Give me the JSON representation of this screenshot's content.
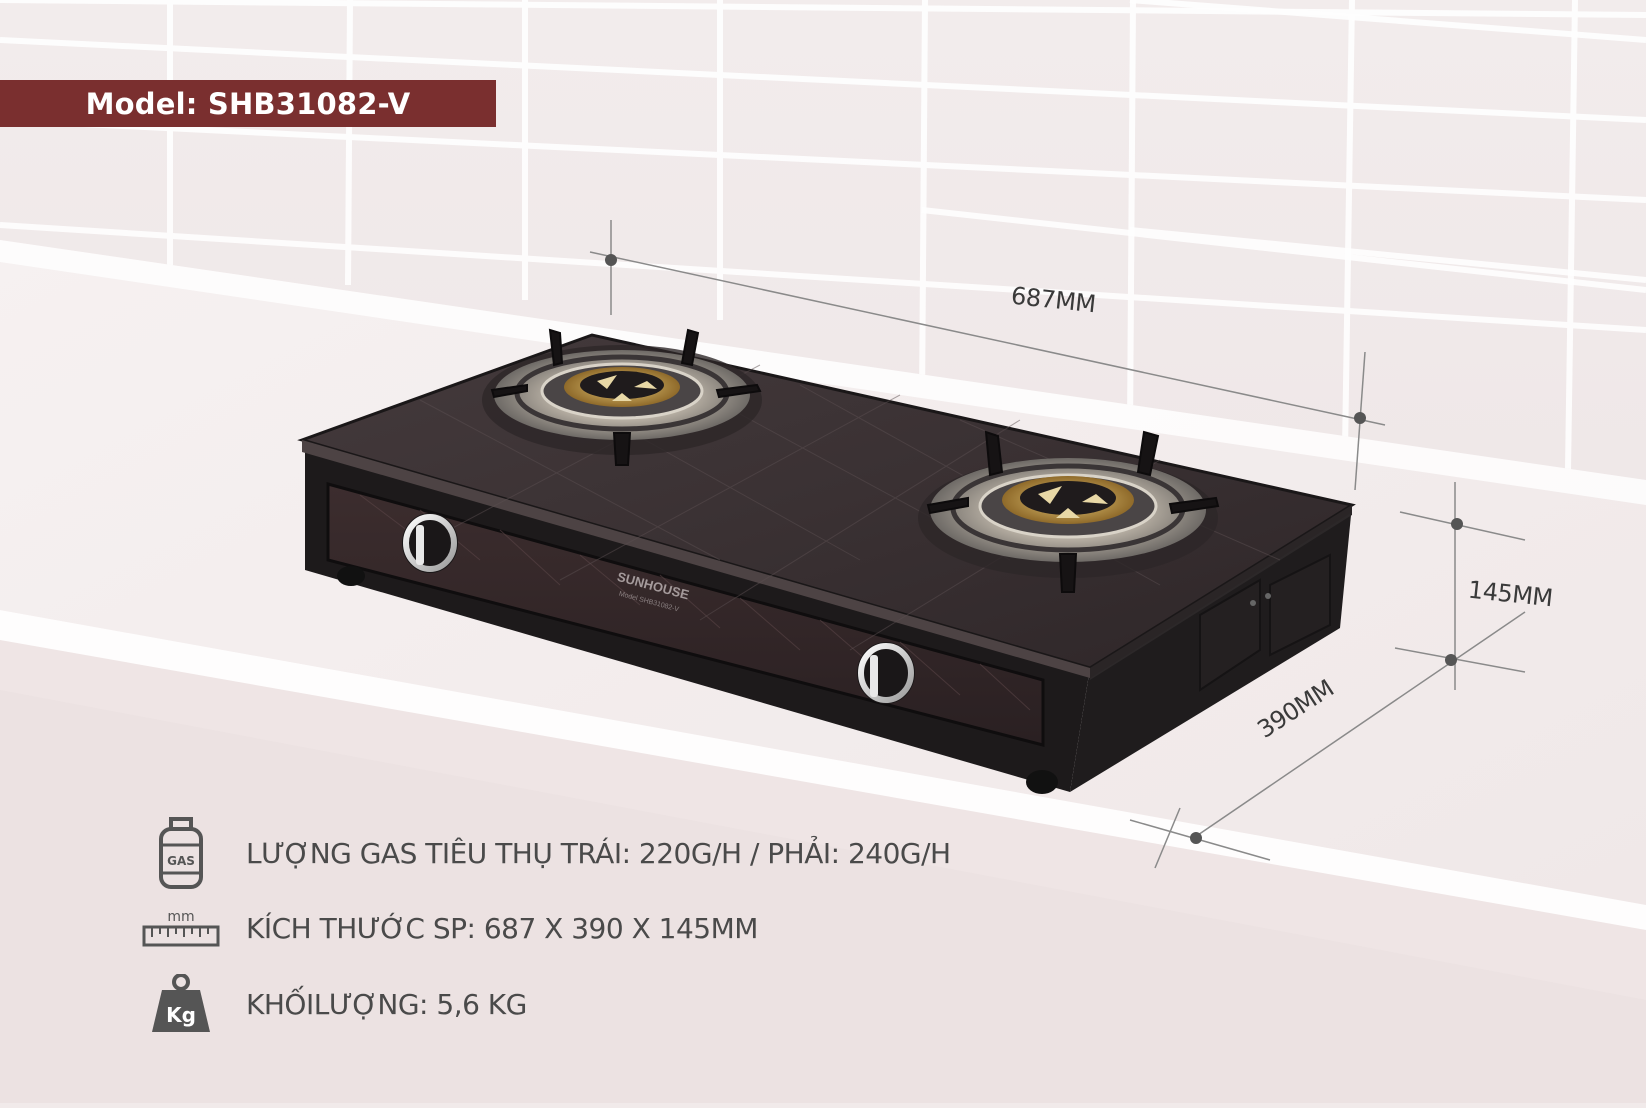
{
  "banner": {
    "label": "Model:",
    "value": "SHB31082-V"
  },
  "product": {
    "brand": "SUNHOUSE",
    "model_plate": "Model SHB31082-V"
  },
  "dimensions": {
    "width": "687MM",
    "height": "145MM",
    "depth": "390MM"
  },
  "specs": [
    {
      "icon": "gas-cylinder-icon",
      "icon_text": "GAS",
      "text": "LƯỢNG GAS TIÊU THỤ TRÁI: 220G/H / PHẢI: 240G/H"
    },
    {
      "icon": "ruler-icon",
      "icon_text": "mm",
      "text": "KÍCH THƯỚC SP: 687 X 390 X 145MM"
    },
    {
      "icon": "weight-icon",
      "icon_text": "Kg",
      "text": "KHỐILƯỢNG: 5,6 KG"
    }
  ],
  "colors": {
    "accent": "#7a2f2f",
    "background": "#f1eaea",
    "product_glass": "#3a3335",
    "icon_gray": "#555555"
  }
}
